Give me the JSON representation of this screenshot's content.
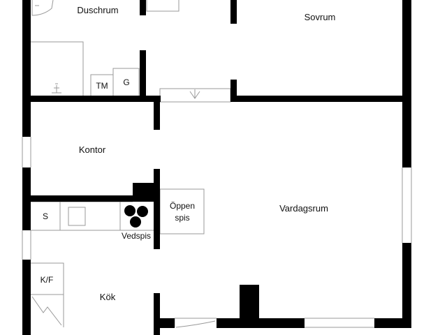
{
  "rooms": {
    "duschrum": "Duschrum",
    "sovrum": "Sovrum",
    "kontor": "Kontor",
    "vardagsrum": "Vardagsrum",
    "kok": "Kök"
  },
  "fixtures": {
    "tm": "TM",
    "g": "G",
    "s": "S",
    "kf": "K/F",
    "oppen_spis_line1": "Öppen",
    "oppen_spis_line2": "spis",
    "vedspis": "Vedspis"
  },
  "colors": {
    "wall": "#000000",
    "line": "#999999",
    "background": "#ffffff"
  }
}
